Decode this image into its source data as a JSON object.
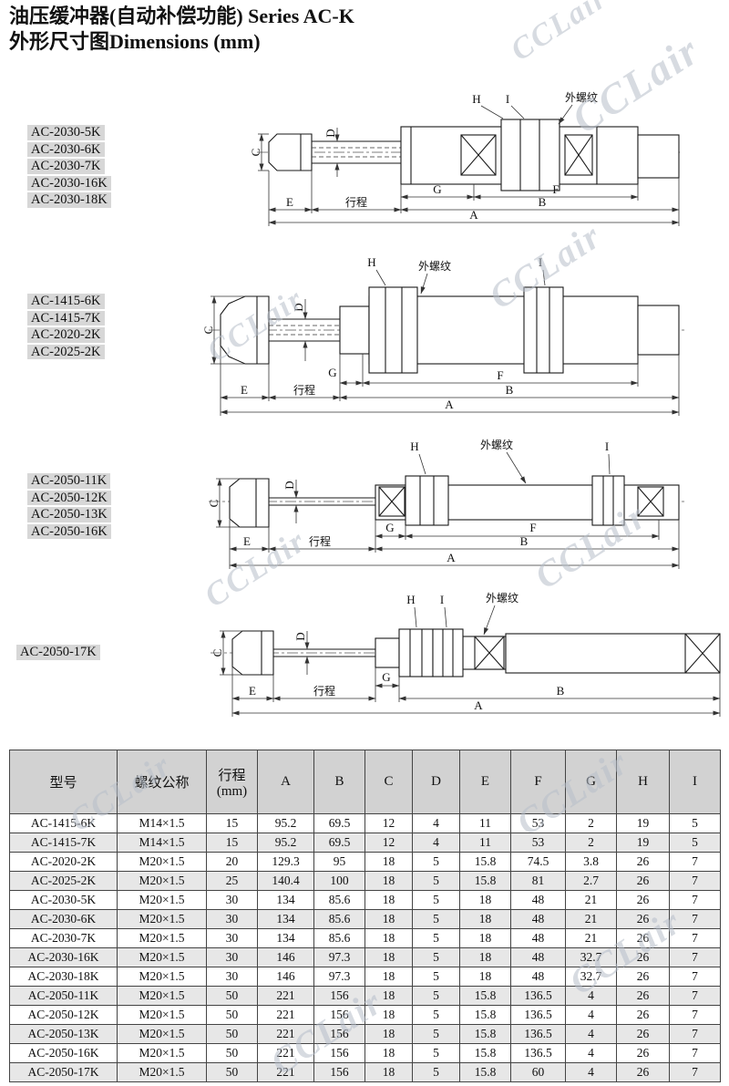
{
  "title": {
    "line1": "油压缓冲器(自动补偿功能) Series AC-K",
    "line2": "外形尺寸图Dimensions (mm)"
  },
  "watermark": "CCLair",
  "dim": {
    "A": "A",
    "B": "B",
    "C": "C",
    "D": "D",
    "E": "E",
    "F": "F",
    "G": "G",
    "H": "H",
    "I": "I",
    "stroke": "行程",
    "thread": "外螺纹"
  },
  "diagrams": [
    {
      "models": [
        "AC-2030-5K",
        "AC-2030-6K",
        "AC-2030-7K",
        "AC-2030-16K",
        "AC-2030-18K"
      ]
    },
    {
      "models": [
        "AC-1415-6K",
        "AC-1415-7K",
        "AC-2020-2K",
        "AC-2025-2K"
      ]
    },
    {
      "models": [
        "AC-2050-11K",
        "AC-2050-12K",
        "AC-2050-13K",
        "AC-2050-16K"
      ]
    },
    {
      "models": [
        "AC-2050-17K"
      ]
    }
  ],
  "table": {
    "headers": [
      "型号",
      "螺纹公称",
      "行程\n(mm)",
      "A",
      "B",
      "C",
      "D",
      "E",
      "F",
      "G",
      "H",
      "I"
    ],
    "rows": [
      [
        "AC-1415-6K",
        "M14×1.5",
        "15",
        "95.2",
        "69.5",
        "12",
        "4",
        "11",
        "53",
        "2",
        "19",
        "5"
      ],
      [
        "AC-1415-7K",
        "M14×1.5",
        "15",
        "95.2",
        "69.5",
        "12",
        "4",
        "11",
        "53",
        "2",
        "19",
        "5"
      ],
      [
        "AC-2020-2K",
        "M20×1.5",
        "20",
        "129.3",
        "95",
        "18",
        "5",
        "15.8",
        "74.5",
        "3.8",
        "26",
        "7"
      ],
      [
        "AC-2025-2K",
        "M20×1.5",
        "25",
        "140.4",
        "100",
        "18",
        "5",
        "15.8",
        "81",
        "2.7",
        "26",
        "7"
      ],
      [
        "AC-2030-5K",
        "M20×1.5",
        "30",
        "134",
        "85.6",
        "18",
        "5",
        "18",
        "48",
        "21",
        "26",
        "7"
      ],
      [
        "AC-2030-6K",
        "M20×1.5",
        "30",
        "134",
        "85.6",
        "18",
        "5",
        "18",
        "48",
        "21",
        "26",
        "7"
      ],
      [
        "AC-2030-7K",
        "M20×1.5",
        "30",
        "134",
        "85.6",
        "18",
        "5",
        "18",
        "48",
        "21",
        "26",
        "7"
      ],
      [
        "AC-2030-16K",
        "M20×1.5",
        "30",
        "146",
        "97.3",
        "18",
        "5",
        "18",
        "48",
        "32.7",
        "26",
        "7"
      ],
      [
        "AC-2030-18K",
        "M20×1.5",
        "30",
        "146",
        "97.3",
        "18",
        "5",
        "18",
        "48",
        "32.7",
        "26",
        "7"
      ],
      [
        "AC-2050-11K",
        "M20×1.5",
        "50",
        "221",
        "156",
        "18",
        "5",
        "15.8",
        "136.5",
        "4",
        "26",
        "7"
      ],
      [
        "AC-2050-12K",
        "M20×1.5",
        "50",
        "221",
        "156",
        "18",
        "5",
        "15.8",
        "136.5",
        "4",
        "26",
        "7"
      ],
      [
        "AC-2050-13K",
        "M20×1.5",
        "50",
        "221",
        "156",
        "18",
        "5",
        "15.8",
        "136.5",
        "4",
        "26",
        "7"
      ],
      [
        "AC-2050-16K",
        "M20×1.5",
        "50",
        "221",
        "156",
        "18",
        "5",
        "15.8",
        "136.5",
        "4",
        "26",
        "7"
      ],
      [
        "AC-2050-17K",
        "M20×1.5",
        "50",
        "221",
        "156",
        "18",
        "5",
        "15.8",
        "60",
        "4",
        "26",
        "7"
      ]
    ]
  }
}
